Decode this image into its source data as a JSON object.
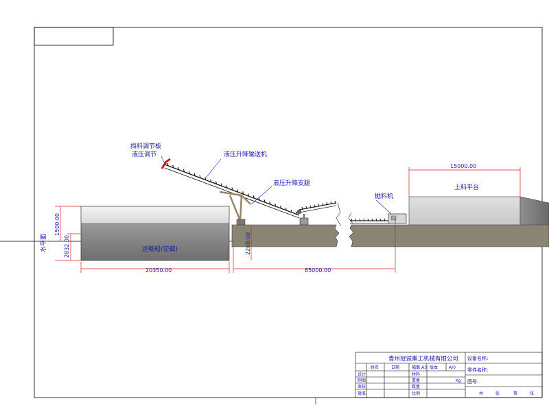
{
  "labels": {
    "material_plate": "挡料调节板",
    "hydraulic_adjust": "液压调节",
    "hydraulic_conveyor": "液压升降输送机",
    "hydraulic_leg": "液压升降支腿",
    "feeder": "拋料机",
    "platform": "上料平台",
    "ship": "运输船(空载)",
    "water_level": "水平面"
  },
  "dimensions": {
    "platform_length": "15000.00",
    "ship_length": "20350.00",
    "conveyor_span": "85000.00",
    "ship_height": "1500.00",
    "draft": "2832.00",
    "pier_height": "2200.00"
  },
  "title_block": {
    "company": "青州冠诚重工机械有限公司",
    "device_name_label": "设备名称:",
    "part_name_label": "零件名称:",
    "drawing_no_label": "图号:",
    "name_label": "姓名",
    "date_label": "日期",
    "sheet_label": "幅面",
    "sheet_value": "A3",
    "version_label": "版本",
    "version_value": "A/0",
    "design_label": "设计",
    "drafting_label": "制图",
    "review_label": "审核",
    "approve_label": "批准",
    "material_label": "材料",
    "weight_label": "重量",
    "weight_unit": "Kg",
    "quantity_label": "数量",
    "scale_label": "比例",
    "sheets_word_1": "共",
    "sheets_word_2": "张",
    "sheets_word_3": "第",
    "sheets_word_4": "张"
  },
  "colors": {
    "ground": "#8a8474",
    "ship_top": "#ececec",
    "ship_bottom": "#7a7a7a",
    "dimension_red": "#d42020",
    "label_blue": "#1a1aa8",
    "steel": "#9a8660"
  }
}
